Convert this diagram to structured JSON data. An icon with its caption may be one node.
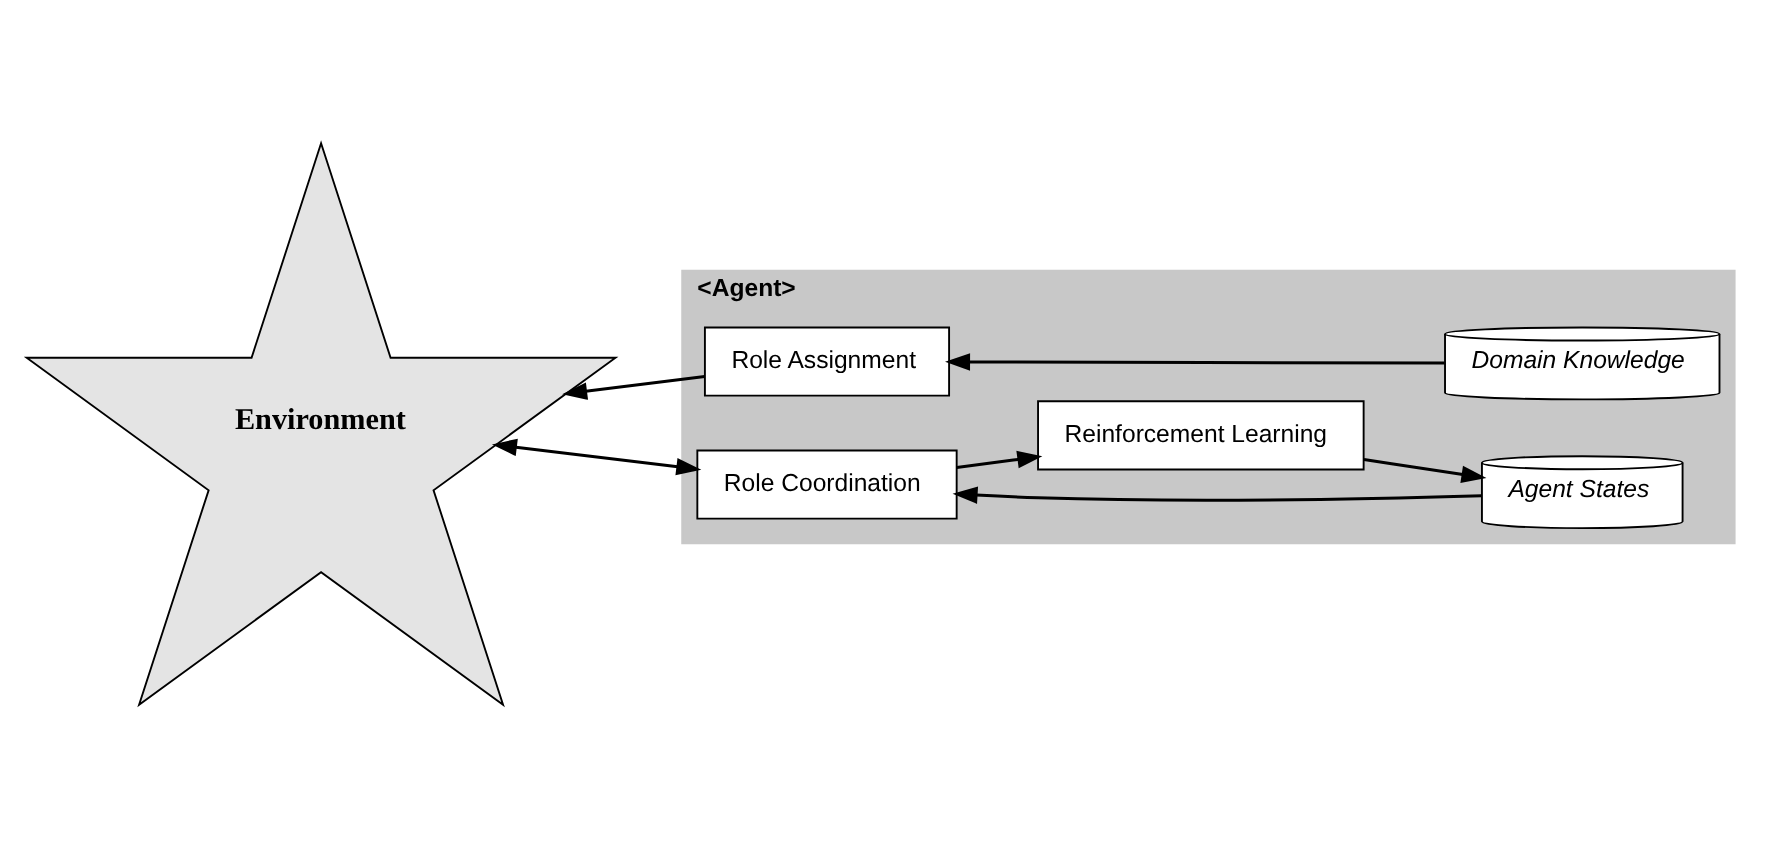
{
  "diagram": {
    "nodes": [
      {
        "text": [
          "Environment"
        ]
      },
      {
        "text": [
          "<Agent>"
        ]
      },
      {
        "text": [
          "Role Assignment"
        ],
        "in": 1
      },
      {
        "text": [
          "Domain Knowledge"
        ],
        "in": 1
      },
      {
        "text": [
          "Role Coordination"
        ],
        "in": 1
      },
      {
        "text": [
          "Agent States"
        ],
        "in": 1
      },
      {
        "text": [
          "Reinforcement Learning"
        ],
        "in": 1
      }
    ],
    "edges": [
      {
        "from": 2,
        "to": 0,
        "arrow": "to"
      },
      {
        "from": 0,
        "to": 4,
        "arrow": "both"
      },
      {
        "from": 3,
        "to": 2,
        "arrow": "to"
      },
      {
        "from": 5,
        "to": 4,
        "arrow": "to"
      },
      {
        "from": 4,
        "to": 6,
        "arrow": "to"
      },
      {
        "from": 6,
        "to": 5,
        "arrow": "to"
      }
    ]
  }
}
